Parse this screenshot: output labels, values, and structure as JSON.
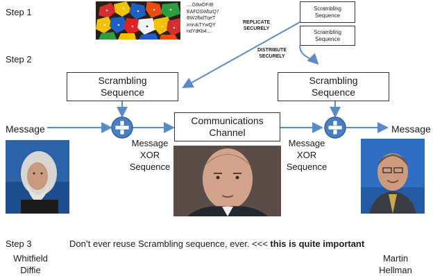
{
  "steps": {
    "step1": "Step 1",
    "step2": "Step 2",
    "step3": "Step 3"
  },
  "random_strings": [
    "....G8wDFrB",
    "EAFDSWbzQ7",
    "BW2fbdTqeT",
    "ImrukTYwQY",
    "ndYdKb4...."
  ],
  "top_boxes": [
    {
      "line1": "Scrambling",
      "line2": "Sequence"
    },
    {
      "line1": "Scrambling",
      "line2": "Sequence"
    }
  ],
  "arrow_labels": {
    "replicate": {
      "line1": "REPLICATE",
      "line2": "SECURELY"
    },
    "distribute": {
      "line1": "DISTRIBUTE",
      "line2": "SECURELY"
    }
  },
  "left_box": {
    "line1": "Scrambling",
    "line2": "Sequence"
  },
  "right_box": {
    "line1": "Scrambling",
    "line2": "Sequence"
  },
  "channel": {
    "line1": "Communications",
    "line2": "Channel"
  },
  "message_in": "Message",
  "message_out": "Message",
  "xor_left": {
    "line1": "Message",
    "line2": "XOR",
    "line3": "Sequence"
  },
  "xor_right": {
    "line1": "Message",
    "line2": "XOR",
    "line3": "Sequence"
  },
  "step3_text": "Don’t ever reuse Scrambling sequence, ever.  <<< ",
  "step3_bold": "this is quite important",
  "people": {
    "left": {
      "line1": "Whitfield",
      "line2": "Diffie"
    },
    "right": {
      "line1": "Martin",
      "line2": "Hellman"
    }
  },
  "colors": {
    "arrow": "#5b8ac6",
    "xor_fill": "#4a7fc1",
    "box_border": "#333333"
  }
}
